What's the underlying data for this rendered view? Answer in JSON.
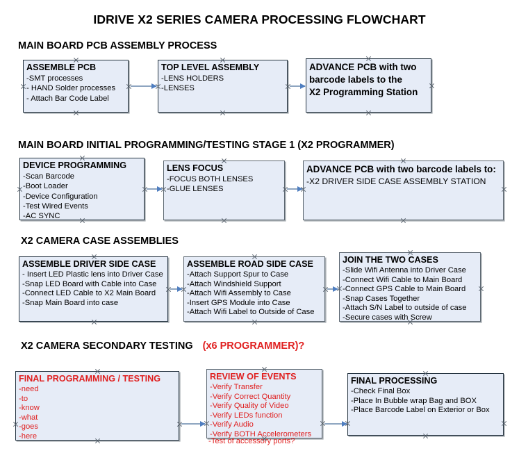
{
  "document": {
    "title": "IDRIVE X2  SERIES CAMERA PROCESSING FLOWCHART"
  },
  "colors": {
    "box_fill": "#e6ecf7",
    "box_border": "#23323f",
    "arrow_line": "#8ea5c0",
    "arrow_head": "#4f7ec0",
    "accent_red": "#e02020",
    "text": "#000000"
  },
  "sections": [
    {
      "id": "main-board-pcb-assembly",
      "heading": "MAIN BOARD PCB ASSEMBLY PROCESS",
      "heading_accent": "",
      "boxes": [
        {
          "id": "assemble-pcb",
          "title": "ASSEMBLE PCB",
          "lines": [
            "-SMT processes",
            "- HAND Solder processes",
            "- Attach Bar Code Label"
          ]
        },
        {
          "id": "top-level-assembly",
          "title": "TOP LEVEL ASSEMBLY",
          "lines": [
            "-LENS HOLDERS",
            "-LENSES"
          ]
        },
        {
          "id": "advance-pcb-x2-programming-station",
          "title": "ADVANCE PCB with two barcode labels to the  X2 Programming Station",
          "title_lines": [
            "ADVANCE PCB with two",
            "barcode labels to the",
            " X2 Programming Station"
          ],
          "lines": []
        }
      ]
    },
    {
      "id": "main-board-initial-programming",
      "heading": "MAIN BOARD INITIAL PROGRAMMING/TESTING STAGE 1 (X2 PROGRAMMER)",
      "heading_accent": "",
      "boxes": [
        {
          "id": "device-programming",
          "title": "DEVICE PROGRAMMING",
          "lines": [
            "-Scan Barcode",
            "-Boot Loader",
            "-Device Configuration",
            "-Test Wired Events",
            "-AC SYNC"
          ]
        },
        {
          "id": "lens-focus",
          "title": "LENS FOCUS",
          "lines": [
            "-FOCUS BOTH LENSES",
            "-GLUE LENSES"
          ]
        },
        {
          "id": "advance-pcb-driver-side-case",
          "title": "ADVANCE PCB with two barcode labels to:",
          "lines": [
            "-X2 DRIVER  SIDE  CASE  ASSEMBLY STATION"
          ]
        }
      ]
    },
    {
      "id": "x2-camera-case-assemblies",
      "heading": "X2 CAMERA CASE ASSEMBLIES",
      "heading_accent": "",
      "boxes": [
        {
          "id": "assemble-driver-side-case",
          "title": "ASSEMBLE DRIVER SIDE CASE",
          "lines": [
            "- Insert LED Plastic lens into Driver Case",
            "-Snap LED Board with Cable into Case",
            "-Connect LED Cable to X2 Main Board",
            "-Snap Main Board into case"
          ]
        },
        {
          "id": "assemble-road-side-case",
          "title": "ASSEMBLE ROAD SIDE CASE",
          "lines": [
            "-Attach Support Spur to Case",
            "-Attach Windshield Support",
            "-Attach Wifi Assembly to Case",
            "-Insert GPS Module into Case",
            "-Attach Wifi Label to Outside of Case"
          ]
        },
        {
          "id": "join-the-two-cases",
          "title": "JOIN THE TWO CASES",
          "lines": [
            "-Slide Wifi Antenna into Driver Case",
            "-Connect Wifi Cable to Main Board",
            "-Connect GPS Cable to Main Board",
            "-Snap Cases Together",
            "-Attach S/N Label to outside of case",
            "-Secure cases with Screw"
          ]
        }
      ]
    },
    {
      "id": "x2-camera-secondary-testing",
      "heading": "X2 CAMERA SECONDARY TESTING",
      "heading_accent": "(x6 PROGRAMMER)?",
      "boxes": [
        {
          "id": "final-programming-testing",
          "title": "FINAL PROGRAMMING / TESTING",
          "lines": [
            "-need",
            "-to",
            "-know",
            "-what",
            "-goes",
            "-here"
          ]
        },
        {
          "id": "review-of-events",
          "title": "REVIEW OF EVENTS",
          "lines": [
            "-Verify Transfer",
            "-Verify Correct Quantity",
            "-Verify Quality of Video",
            "-Verify LEDs function",
            "-Verify Audio",
            "-Verify BOTH Accelerometers"
          ],
          "overflow_line": "-Test of accessory ports?"
        },
        {
          "id": "final-processing",
          "title": "FINAL PROCESSING",
          "lines": [
            " -Check Final Box",
            "-Place In Bubble wrap Bag and BOX",
            "-Place Barcode Label on Exterior or Box"
          ]
        }
      ]
    }
  ]
}
